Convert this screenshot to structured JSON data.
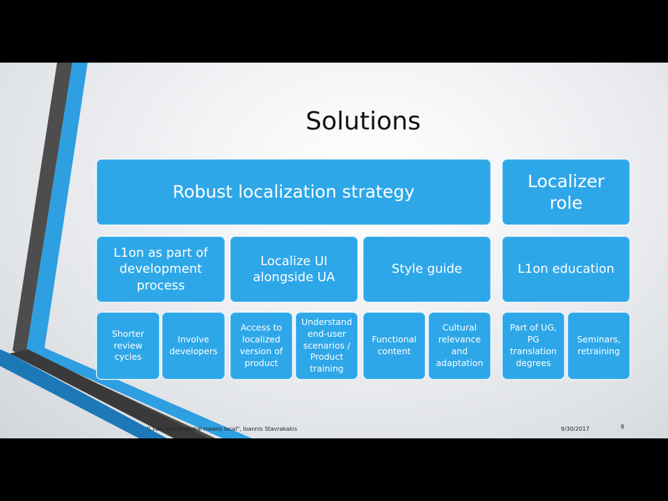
{
  "title": "Solutions",
  "level1": [
    {
      "label": "Robust localization strategy"
    },
    {
      "label": "Localizer\nrole"
    }
  ],
  "level2": [
    {
      "label": "L1on as part of\ndevelopment\nprocess"
    },
    {
      "label": "Localize UI\nalongside UA"
    },
    {
      "label": "Style guide"
    },
    {
      "label": "L1on education"
    }
  ],
  "level3": [
    {
      "label": "Shorter\nreview\ncycles"
    },
    {
      "label": "Involve\ndevelopers"
    },
    {
      "label": "Access to\nlocalized\nversion of\nproduct"
    },
    {
      "label": "Understand\nend-user\nscenarios /\nProduct\ntraining"
    },
    {
      "label": "Functional\ncontent"
    },
    {
      "label": "Cultural\nrelevance\nand\nadaptation"
    },
    {
      "label": "Part of UG,\nPG\ntranslation\ndegrees"
    },
    {
      "label": "Seminars,\nretraining"
    }
  ],
  "footer": {
    "caption": "\"L1on: where global means local\", Ioannis Stavrakakis",
    "date": "9/30/2017",
    "page": "8"
  },
  "colors": {
    "box": "#2ea7e8",
    "stripe_blue": "#2e9fe0",
    "stripe_dark": "#4a4a4a"
  }
}
